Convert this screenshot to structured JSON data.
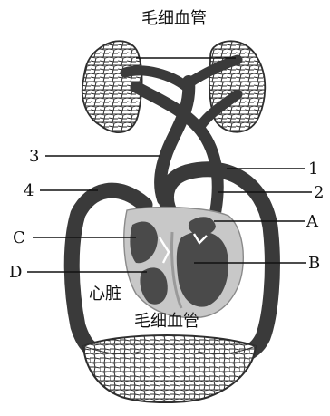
{
  "labels": {
    "capillary_top": "毛细血管",
    "capillary_bottom": "毛细血管",
    "heart": "心脏",
    "n1": "1",
    "n2": "2",
    "n3": "3",
    "n4": "4",
    "A": "A",
    "B": "B",
    "C": "C",
    "D": "D"
  },
  "colors": {
    "vessel": "#3a3a3a",
    "heart_outer": "#c8c8c8",
    "heart_inner": "#4a4a4a"
  }
}
